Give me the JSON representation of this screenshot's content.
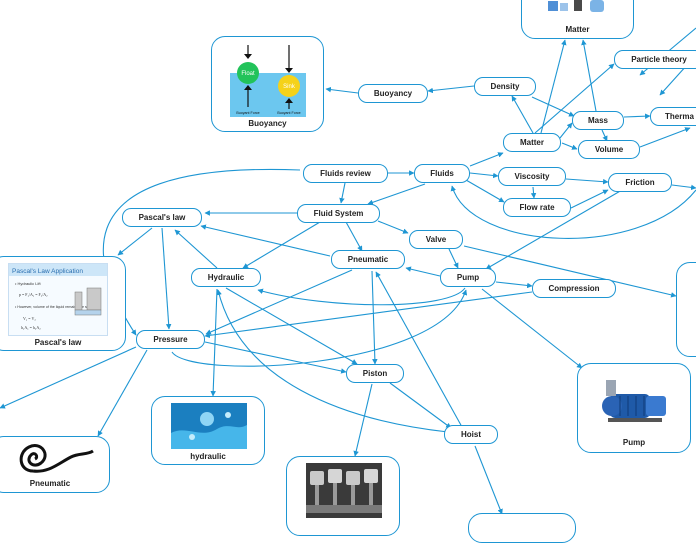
{
  "colors": {
    "line": "#1e96d3",
    "border": "#1e96d3",
    "text": "#222222"
  },
  "nodes": {
    "fluids_review": "Fluids review",
    "fluids": "Fluids",
    "fluid_system": "Fluid System",
    "pascals_law": "Pascal's law",
    "hydraulic": "Hydraulic",
    "pneumatic": "Pneumatic",
    "valve": "Valve",
    "pump": "Pump",
    "compression": "Compression",
    "pressure": "Pressure",
    "piston": "Piston",
    "hoist": "Hoist",
    "density": "Density",
    "buoyancy": "Buoyancy",
    "matter": "Matter",
    "mass": "Mass",
    "volume": "Volume",
    "viscosity": "Viscosity",
    "flow_rate": "Flow rate",
    "friction": "Friction",
    "particle_theory": "Particle theory",
    "thermal": "Therma"
  },
  "cards": {
    "matter_caption": "Matter",
    "buoyancy_caption": "Buoyancy",
    "buoyancy_float": "Float",
    "buoyancy_sink": "Sink",
    "buoyancy_force_left": "Buoyant Force",
    "buoyancy_force_right": "Buoyant Force",
    "pascals_law_caption": "Pascal's law",
    "pascal_slide_title": "Pascal's Law Application",
    "pascal_slide_line1": "• Hydraulic Lift",
    "pascal_slide_line2": "• However, volume of the liquid remains the same",
    "pascal_slide_eq1": "p = F₁/A₁ = F₂/A₂",
    "pascal_slide_eq2": "V₁ = V₂",
    "pascal_slide_eq3": "h₁A₁ = h₂A₂",
    "hydraulic_caption": "hydraulic",
    "pneumatic_caption": "Pneumatic",
    "pump_caption": "Pump"
  }
}
